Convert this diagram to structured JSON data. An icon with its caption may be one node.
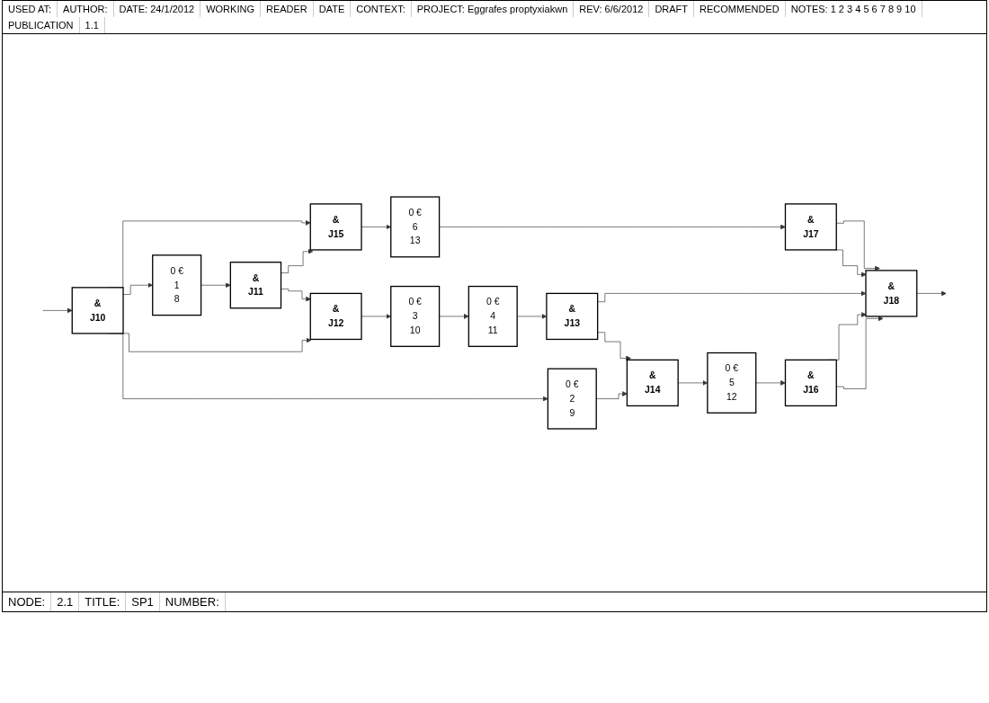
{
  "diagram": {
    "nodes": [
      {
        "text": [
          "&",
          "J10"
        ]
      },
      {
        "text": [
          "0 €",
          "1",
          "8"
        ]
      },
      {
        "text": [
          "&",
          "J11"
        ]
      },
      {
        "text": [
          "0 €",
          "2",
          "9"
        ]
      },
      {
        "text": [
          "&",
          "J12"
        ]
      },
      {
        "text": [
          "0 €",
          "3",
          "10"
        ]
      },
      {
        "text": [
          "0 €",
          "4",
          "11"
        ]
      },
      {
        "text": [
          "&",
          "J13"
        ]
      },
      {
        "text": [
          "&",
          "J15"
        ]
      },
      {
        "text": [
          "0 €",
          "6",
          "13"
        ]
      },
      {
        "text": [
          "&",
          "J17"
        ]
      },
      {
        "text": [
          "&",
          "J14"
        ]
      },
      {
        "text": [
          "0 €",
          "5",
          "12"
        ]
      },
      {
        "text": [
          "&",
          "J16"
        ]
      },
      {
        "text": [
          "&",
          "J18"
        ]
      }
    ],
    "edges": [
      {
        "from": null,
        "to": 0,
        "arrow": "to"
      },
      {
        "from": 0,
        "to": 8,
        "arrow": "to"
      },
      {
        "from": 0,
        "to": 1,
        "arrow": "to"
      },
      {
        "from": 0,
        "to": 4,
        "arrow": "to"
      },
      {
        "from": 0,
        "to": 3,
        "arrow": "to"
      },
      {
        "from": 1,
        "to": 2,
        "arrow": "to"
      },
      {
        "from": 2,
        "to": 8,
        "arrow": "to"
      },
      {
        "from": 2,
        "to": 4,
        "arrow": "to"
      },
      {
        "from": 4,
        "to": 5,
        "arrow": "to"
      },
      {
        "from": 5,
        "to": 6,
        "arrow": "to"
      },
      {
        "from": 6,
        "to": 7,
        "arrow": "to"
      },
      {
        "from": 7,
        "to": 14,
        "arrow": "to"
      },
      {
        "from": 7,
        "to": 11,
        "arrow": "to"
      },
      {
        "from": 3,
        "to": 11,
        "arrow": "to"
      },
      {
        "from": 11,
        "to": 12,
        "arrow": "to"
      },
      {
        "from": 12,
        "to": 13,
        "arrow": "to"
      },
      {
        "from": 13,
        "to": 14,
        "arrow": "to"
      },
      {
        "from": 13,
        "to": 14,
        "arrow": "to"
      },
      {
        "from": 8,
        "to": 9,
        "arrow": "to"
      },
      {
        "from": 9,
        "to": 10,
        "arrow": "to"
      },
      {
        "from": 10,
        "to": 14,
        "arrow": "to"
      },
      {
        "from": 10,
        "to": 14,
        "arrow": "to"
      },
      {
        "from": 14,
        "to": null,
        "arrow": "to"
      }
    ],
    "labels": [
      "USED AT:",
      "AUTHOR:",
      "DATE: 24/1/2012",
      "WORKING",
      "READER",
      "DATE",
      "CONTEXT:",
      "PROJECT: Eggrafes proptyxiakwn",
      "REV: 6/6/2012",
      "DRAFT",
      "RECOMMENDED",
      "NOTES: 1 2 3 4 5 6 7 8 9 10",
      "PUBLICATION",
      "1.1",
      "NODE:",
      "2.1",
      "TITLE:",
      "SP1",
      "NUMBER:"
    ]
  }
}
